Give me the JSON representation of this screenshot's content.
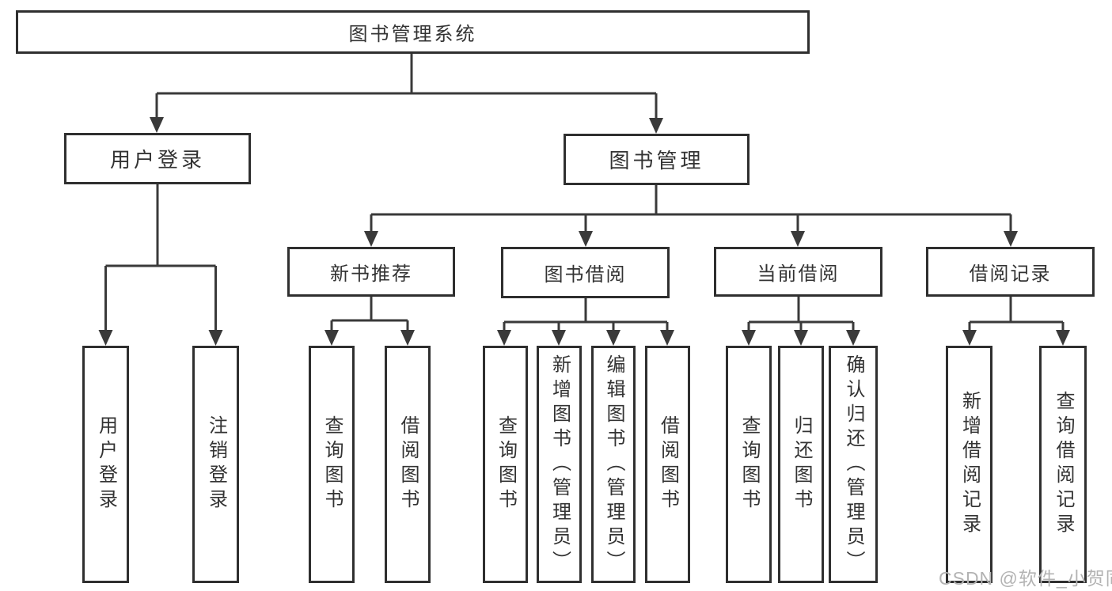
{
  "tree": {
    "root": {
      "label": "图书管理系统"
    },
    "branches": [
      {
        "label": "用户登录",
        "leaves": [
          {
            "label": "用户登录"
          },
          {
            "label": "注销登录"
          }
        ]
      },
      {
        "label": "图书管理",
        "groups": [
          {
            "label": "新书推荐",
            "leaves": [
              {
                "label": "查询图书"
              },
              {
                "label": "借阅图书"
              }
            ]
          },
          {
            "label": "图书借阅",
            "leaves": [
              {
                "label": "查询图书"
              },
              {
                "label": "新增图书（管理员）"
              },
              {
                "label": "编辑图书（管理员）"
              },
              {
                "label": "借阅图书"
              }
            ]
          },
          {
            "label": "当前借阅",
            "leaves": [
              {
                "label": "查询图书"
              },
              {
                "label": "归还图书"
              },
              {
                "label": "确认归还（管理员）"
              }
            ]
          },
          {
            "label": "借阅记录",
            "leaves": [
              {
                "label": "新增借阅记录"
              },
              {
                "label": "查询借阅记录"
              }
            ]
          }
        ]
      }
    ]
  },
  "colors": {
    "line": "#3a3a3a",
    "border": "#2f2f2f",
    "text": "#333333",
    "watermark": "#b3b3b3"
  },
  "watermark": {
    "text": "CSDN @软件_小贺同学"
  }
}
